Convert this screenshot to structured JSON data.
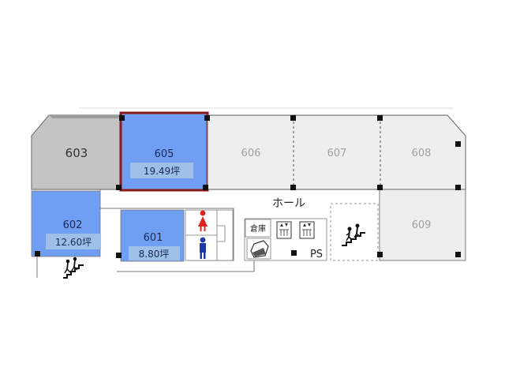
{
  "units": {
    "u603": {
      "number": "603",
      "area": ""
    },
    "u605": {
      "number": "605",
      "area": "19.49坪"
    },
    "u606": {
      "number": "606",
      "area": ""
    },
    "u607": {
      "number": "607",
      "area": ""
    },
    "u608": {
      "number": "608",
      "area": ""
    },
    "u602": {
      "number": "602",
      "area": "12.60坪"
    },
    "u601": {
      "number": "601",
      "area": "8.80坪"
    },
    "u609": {
      "number": "609",
      "area": ""
    }
  },
  "labels": {
    "hall": "ホール",
    "storage": "倉庫",
    "ps": "PS"
  },
  "colors": {
    "vacant_blue": "#6f9ef2",
    "area_label_bg": "#9ec0e6",
    "occupied_gray": "#c4c4c4",
    "common_light": "#eeeeee",
    "highlight_border": "#8b1a1a",
    "female_icon": "#e0241c",
    "male_icon": "#1f3aa8",
    "wall": "#7a7a7a"
  },
  "icons": [
    "female-restroom-icon",
    "male-restroom-icon",
    "elevator-icon",
    "stairs-icon",
    "trash-icon"
  ]
}
